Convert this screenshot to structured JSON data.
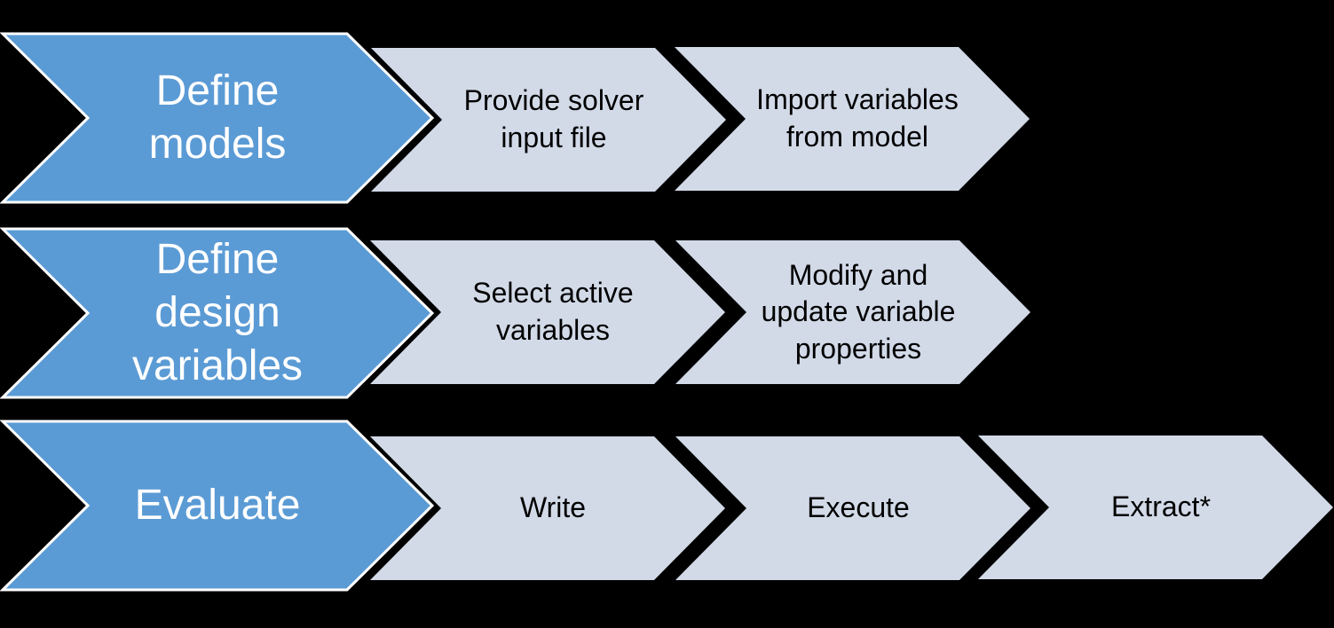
{
  "diagram": {
    "title": "Workflow process diagram",
    "background_color": "#000000",
    "colors": {
      "stage_fill": "#5B9BD5",
      "stage_outline": "#FFFFFF",
      "stage_text": "#FFFFFF",
      "step_fill": "#D2DAE8",
      "step_text": "#000000"
    },
    "rows": [
      {
        "stage": {
          "label": [
            "Define",
            "models"
          ]
        },
        "steps": [
          {
            "label": [
              "Provide solver",
              "input file"
            ]
          },
          {
            "label": [
              "Import variables",
              "from model"
            ]
          }
        ]
      },
      {
        "stage": {
          "label": [
            "Define",
            "design",
            "variables"
          ]
        },
        "steps": [
          {
            "label": [
              "Select active",
              "variables"
            ]
          },
          {
            "label": [
              "Modify and",
              "update variable",
              "properties"
            ]
          }
        ]
      },
      {
        "stage": {
          "label": "Evaluate"
        },
        "steps": [
          {
            "label": "Write"
          },
          {
            "label": "Execute"
          },
          {
            "label": "Extract*"
          }
        ]
      }
    ]
  }
}
